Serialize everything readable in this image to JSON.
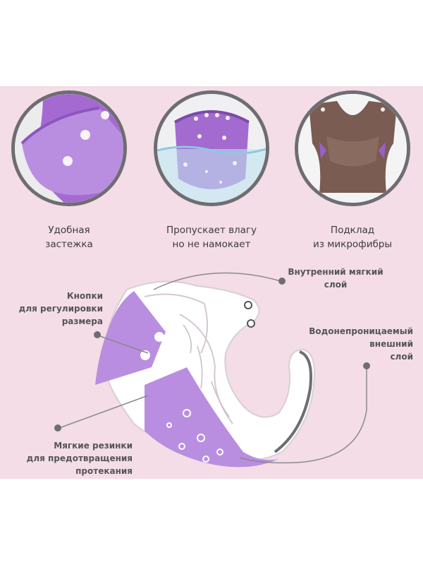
{
  "features": [
    {
      "line1": "Удобная",
      "line2": "застежка"
    },
    {
      "line1": "Пропускает влагу",
      "line2": "но не намокает"
    },
    {
      "line1": "Подклад",
      "line2": "из микрофибры"
    }
  ],
  "callouts": {
    "inner_layer": {
      "line1": "Внутренний мягкий",
      "line2": "слой"
    },
    "snaps": {
      "line1": "Кнопки",
      "line2": "для регулировки",
      "line3": "размера"
    },
    "outer_layer": {
      "line1": "Водонепроницаемый",
      "line2": "внешний",
      "line3": "слой"
    },
    "elastics": {
      "line1": "Мягкие резинки",
      "line2": "для предотвращения",
      "line3": "протекания"
    }
  },
  "colors": {
    "background_panel": "#f4dde6",
    "accent_purple": "#b98ee0",
    "diaper_brown": "#7a5c52",
    "ring_gray": "#6e6d72",
    "callout_line": "#8a8a8e"
  },
  "icons": [
    "snap-button-icon",
    "water-splash-icon"
  ]
}
